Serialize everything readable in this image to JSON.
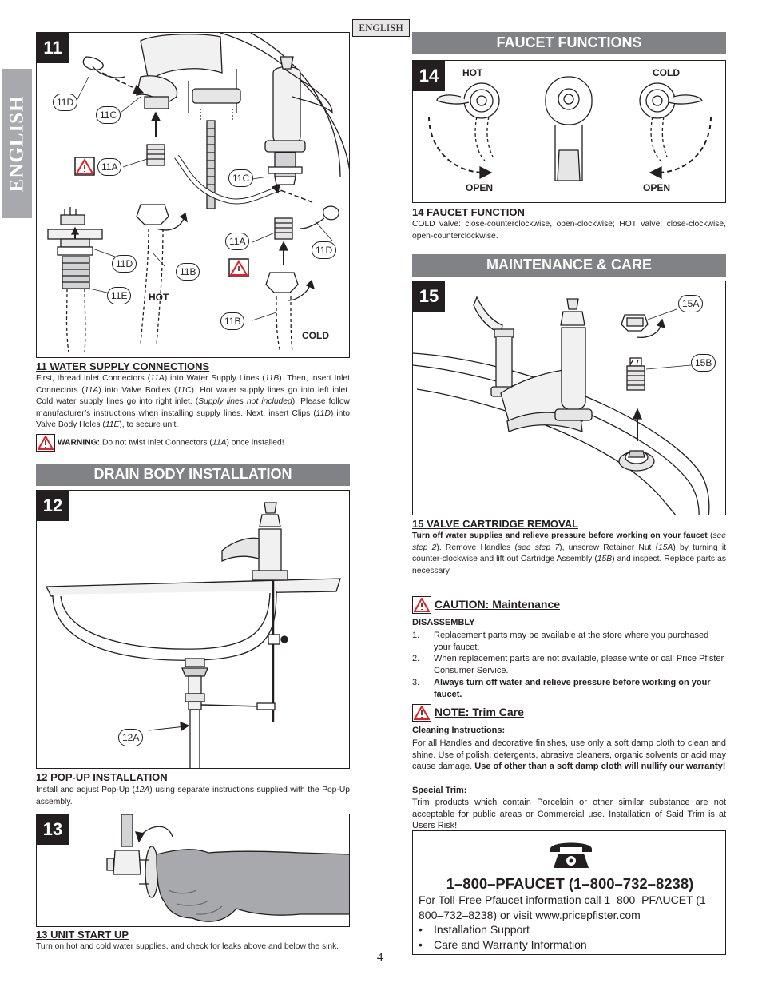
{
  "header": {
    "language_tab": "ENGLISH",
    "side_tab": "ENGLISH"
  },
  "page_number": "4",
  "fig11": {
    "number": "11",
    "callouts": {
      "c11d_a": "11D",
      "c11c_a": "11C",
      "c11a_a": "11A",
      "c11c_b": "11C",
      "c11a_b": "11A",
      "c11d_b": "11D",
      "c11d_c": "11D",
      "c11b_a": "11B",
      "c11e": "11E",
      "c11b_b": "11B"
    },
    "hot_label": "HOT",
    "cold_label": "COLD",
    "caption_title": "11  WATER SUPPLY CONNECTIONS",
    "caption": [
      "First, thread Inlet Connectors (",
      "11A",
      ") into Water Supply Lines (",
      "11B",
      ").  Then, insert Inlet Connectors (",
      "11A",
      ") into Valve Bodies (",
      "11C",
      ").  Hot water supply lines go into left inlet. Cold water supply lines go into right inlet.  (",
      "Supply lines not included",
      ").  Please follow manufacturer’s instructions when installing supply lines.  Next, insert Clips (",
      "11D",
      ") into Valve Body Holes (",
      "11E",
      "), to secure unit."
    ],
    "warning_label": "WARNING:",
    "warning_text": [
      " Do not twist Inlet Connectors (",
      "11A",
      ") once installed!"
    ]
  },
  "drain": {
    "section_title": "DRAIN BODY INSTALLATION",
    "number": "12",
    "callout": "12A",
    "caption_title": "12  POP-UP INSTALLATION",
    "caption": [
      "Install and adjust Pop-Up (",
      "12A",
      ") using separate instructions supplied with the Pop-Up assembly."
    ]
  },
  "fig13": {
    "number": "13",
    "caption_title": "13  UNIT START UP",
    "caption": "Turn on hot and cold water supplies, and check for leaks above and below the sink."
  },
  "functions": {
    "section_title": "FAUCET FUNCTIONS",
    "number": "14",
    "hot_label": "HOT",
    "cold_label": "COLD",
    "open_left": "OPEN",
    "open_right": "OPEN",
    "caption_title": "14  FAUCET FUNCTION",
    "caption": "COLD valve: close-counterclockwise, open-clockwise; HOT valve: close-clockwise, open-counterclockwise."
  },
  "maintenance": {
    "section_title": "MAINTENANCE & CARE",
    "number": "15",
    "callout_a": "15A",
    "callout_b": "15B",
    "caption_title": "15  VALVE CARTRIDGE REMOVAL",
    "caption": [
      "Turn off water supplies and relieve pressure before working on your faucet",
      " (",
      "see step 2",
      ").  Remove Handles (",
      "see step 7",
      "), unscrew Retainer Nut (",
      "15A",
      ") by turning it counter-clockwise and lift out Cartridge Assembly (",
      "15B",
      ") and inspect.   Replace parts as necessary."
    ]
  },
  "caution": {
    "label": "CAUTION:  Maintenance",
    "sub_heading": "DISASSEMBLY",
    "items": [
      {
        "num": "1.",
        "text": "Replacement parts may be available at the store where you purchased your faucet."
      },
      {
        "num": "2.",
        "text": "When replacement parts are not available, please write or call Price Pfister Consumer Service."
      },
      {
        "num": "3.",
        "text": "Always turn off water and relieve pressure before working on your faucet."
      }
    ]
  },
  "trim": {
    "label": "NOTE:  Trim Care",
    "cleaning_heading": "Cleaning Instructions:",
    "cleaning_text": "For all Handles and decorative finishes, use only a soft damp cloth to clean and shine.  Use of polish, detergents, abrasive cleaners, organic solvents or acid may cause damage.  ",
    "cleaning_bold": "Use of other than a soft damp cloth will nullify our warranty!",
    "special_heading": "Special Trim:",
    "special_text": "Trim products which contain Porcelain or other similar substance are not acceptable for public areas or Commercial use. Installation of Said Trim is at Users Risk!"
  },
  "contact": {
    "phone": "1–800–PFAUCET (1–800–732–8238)",
    "info": "For Toll-Free Pfaucet information call 1–800–PFAUCET (1–800–732–8238) or visit www.pricepfister.com",
    "bullets": [
      "Installation Support",
      "Care and Warranty Information"
    ]
  }
}
